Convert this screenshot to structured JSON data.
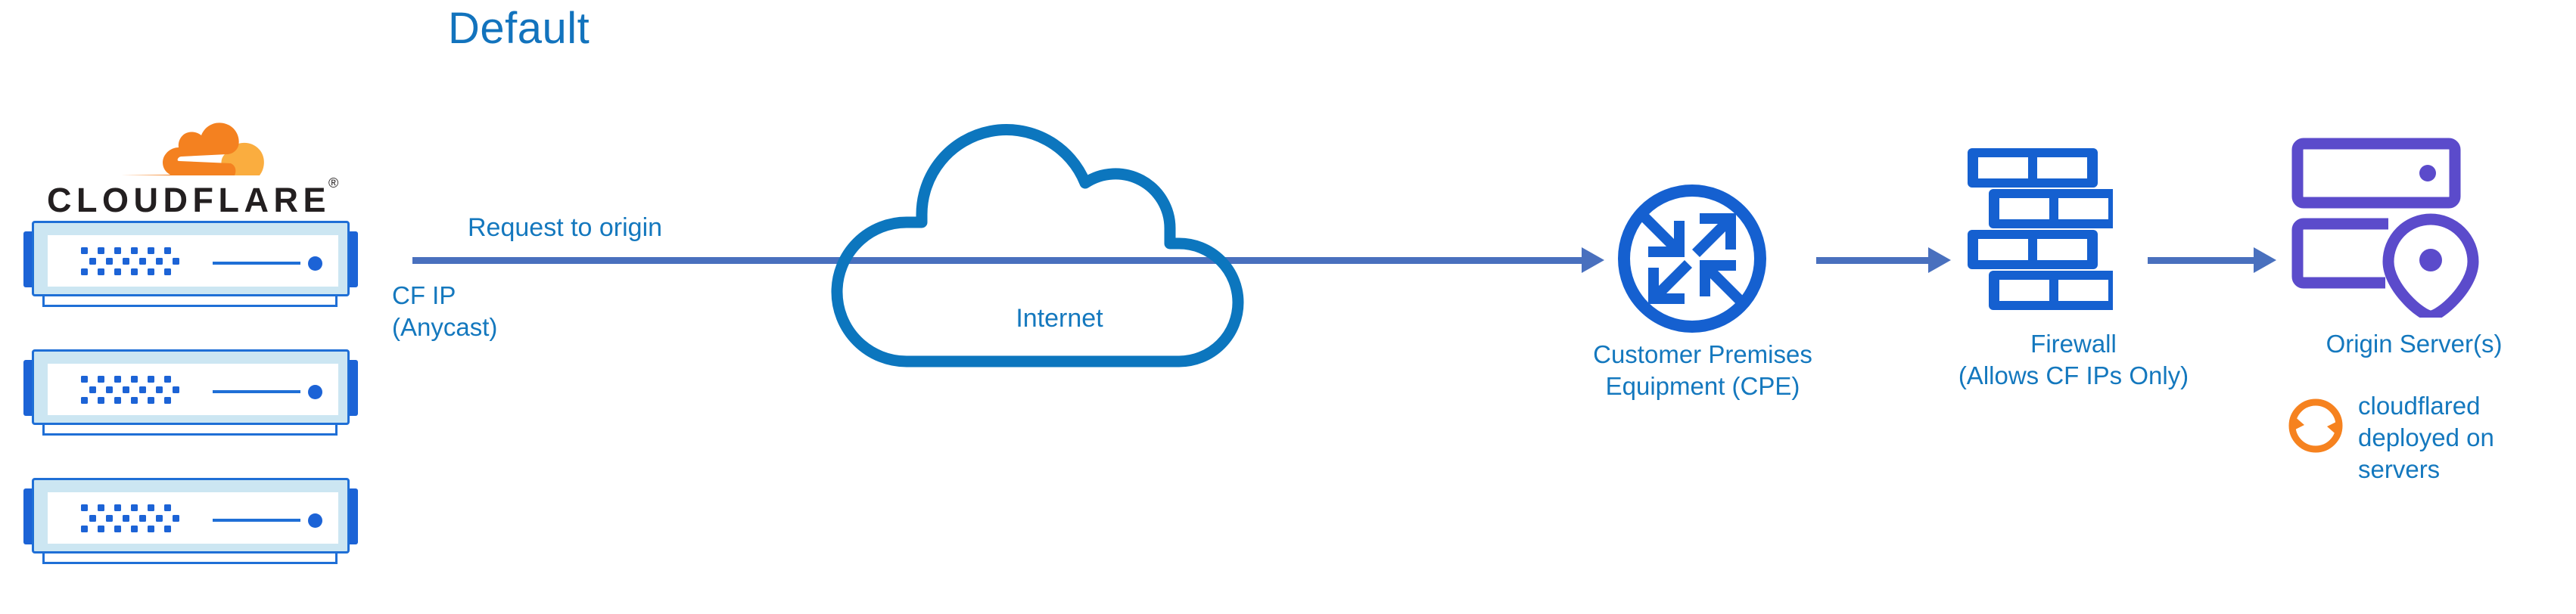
{
  "diagram": {
    "title": "Default",
    "brand": {
      "wordmark": "CLOUDFLARE",
      "registered_mark": "®",
      "logo_icon": "cloudflare-cloud-logo",
      "colors": {
        "cloud_orange_dark": "#F48120",
        "cloud_orange_light": "#FAAD3F",
        "wordmark_black": "#231F20"
      }
    },
    "colors": {
      "title_blue": "#1273BD",
      "label_blue": "#1478BE",
      "arrow_blue": "#4970BE",
      "cloud_stroke_blue": "#0C76BE",
      "icon_blue": "#1560D0",
      "server_purple": "#5B4BCB",
      "cloudflare_orange": "#F6821F",
      "server_body_fill": "#CCE6F2",
      "server_border": "#1F6FD6"
    },
    "nodes": [
      {
        "id": "cloudflare-edge",
        "icon": "server-stack-icon",
        "count": 3,
        "label": "CF IP\n(Anycast)"
      },
      {
        "id": "internet",
        "icon": "cloud-icon",
        "label": "Internet"
      },
      {
        "id": "cpe",
        "icon": "router-icon",
        "label": "Customer Premises\nEquipment (CPE)"
      },
      {
        "id": "firewall",
        "icon": "brick-wall-icon",
        "label": "Firewall\n(Allows CF IPs Only)"
      },
      {
        "id": "origin",
        "icon": "server-rack-pin-icon",
        "label": "Origin Server(s)"
      }
    ],
    "edges": [
      {
        "id": "request-to-origin",
        "label": "Request to origin",
        "from": "cloudflare-edge",
        "to": "cpe"
      },
      {
        "id": "cpe-to-firewall",
        "label": "",
        "from": "cpe",
        "to": "firewall"
      },
      {
        "id": "firewall-to-origin",
        "label": "",
        "from": "firewall",
        "to": "origin"
      }
    ],
    "annotations": [
      {
        "id": "cloudflared-note",
        "icon": "sync-arrows-icon",
        "text": "cloudflared\ndeployed on\nservers"
      }
    ]
  }
}
